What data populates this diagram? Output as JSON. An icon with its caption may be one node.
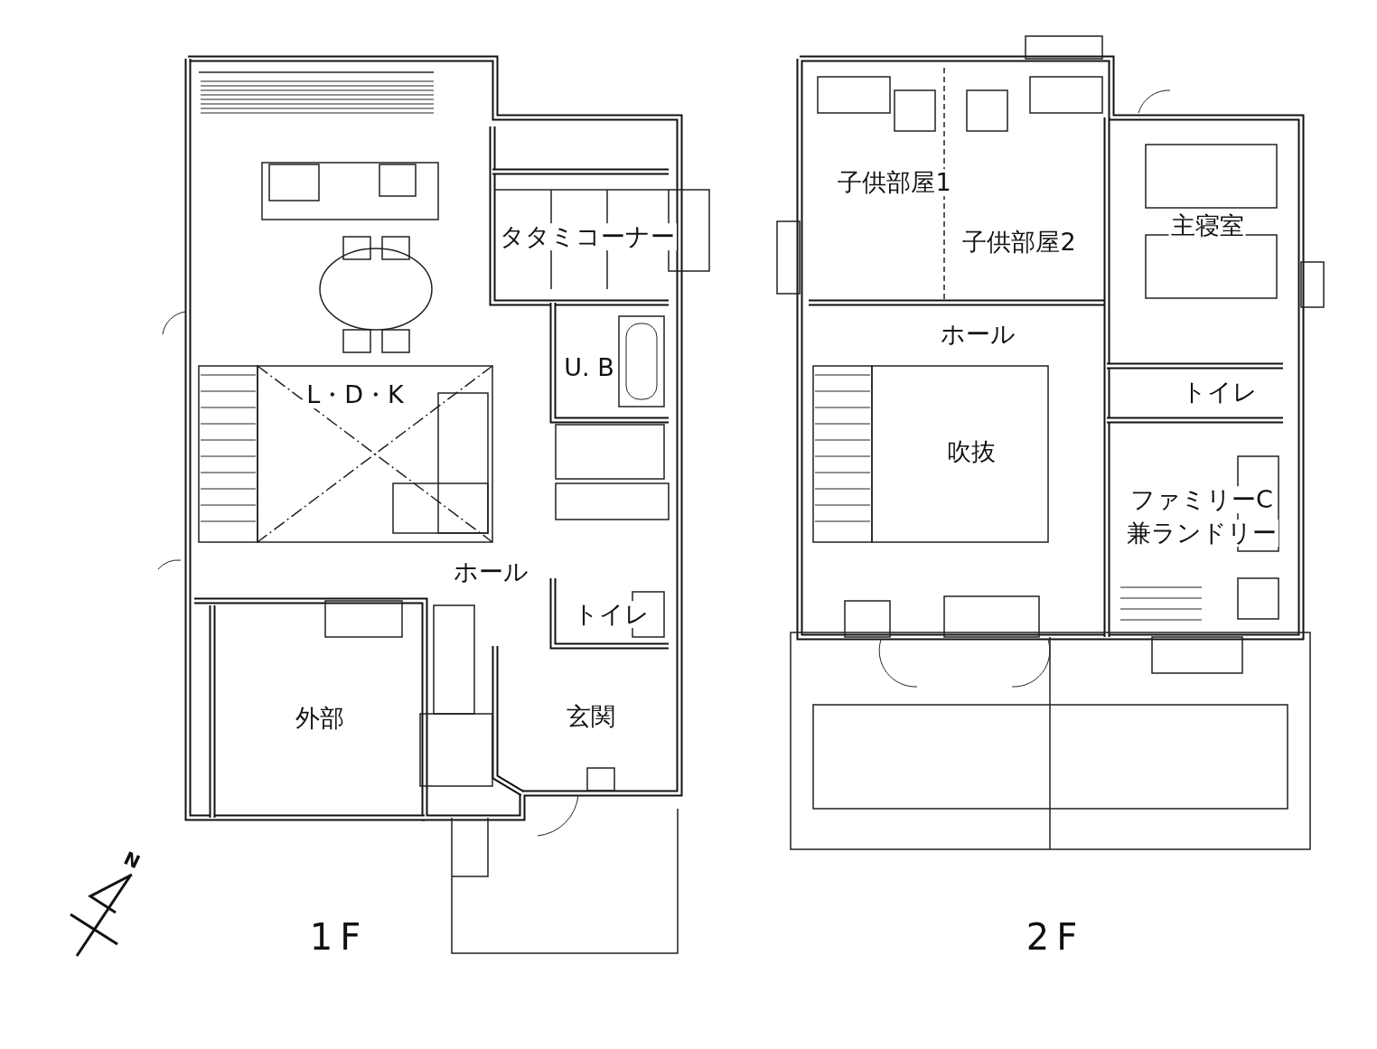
{
  "diagram": {
    "labels": [
      "タタミコーナー",
      "L・D・K",
      "U. B",
      "ホール",
      "トイレ",
      "外部",
      "玄関",
      "子供部屋1",
      "子供部屋2",
      "主寝室",
      "ホール",
      "トイレ",
      "吹抜",
      "ファミリーC",
      "兼ランドリー",
      "1F",
      "2F",
      "N"
    ]
  }
}
